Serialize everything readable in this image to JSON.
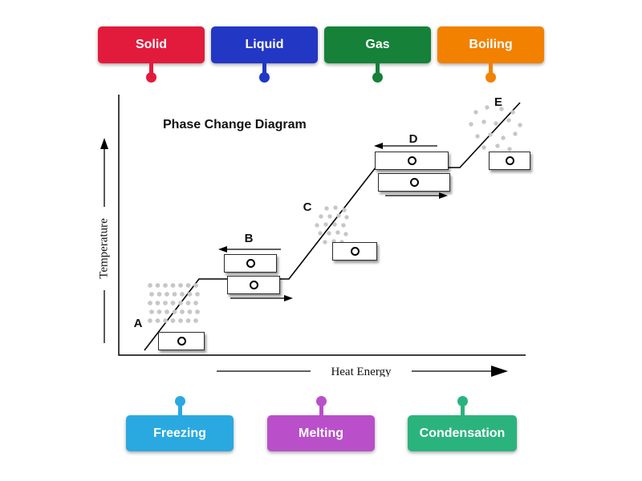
{
  "page": {
    "background": "#ffffff"
  },
  "word_bank_top": [
    {
      "id": "solid",
      "label": "Solid",
      "color": "#e21b3c"
    },
    {
      "id": "liquid",
      "label": "Liquid",
      "color": "#2237c4"
    },
    {
      "id": "gas",
      "label": "Gas",
      "color": "#168139"
    },
    {
      "id": "boiling",
      "label": "Boiling",
      "color": "#f28100"
    }
  ],
  "word_bank_bottom": [
    {
      "id": "freezing",
      "label": "Freezing",
      "color": "#29a9e0"
    },
    {
      "id": "melting",
      "label": "Melting",
      "color": "#b94fc9"
    },
    {
      "id": "condensation",
      "label": "Condensation",
      "color": "#2bb37e"
    }
  ],
  "diagram": {
    "title": "Phase Change Diagram",
    "y_axis_label": "Temperature",
    "x_axis_label": "Heat Energy",
    "point_labels": [
      "A",
      "B",
      "C",
      "D",
      "E"
    ]
  }
}
